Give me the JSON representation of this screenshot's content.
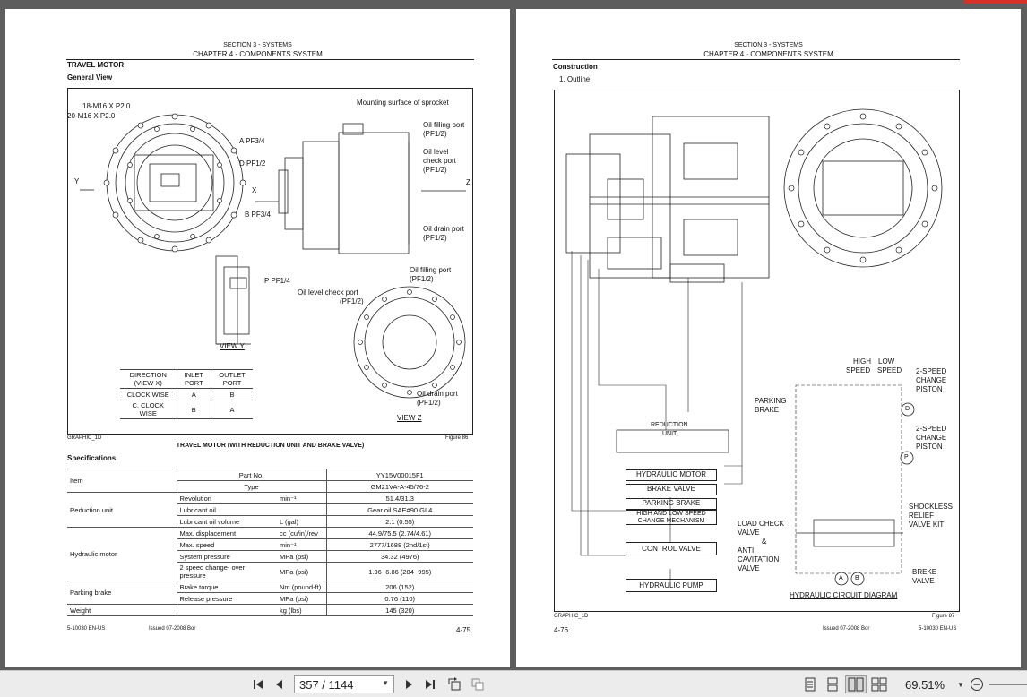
{
  "left_page": {
    "section": "SECTION 3 - SYSTEMS",
    "chapter": "CHAPTER 4 - COMPONENTS SYSTEM",
    "title": "TRAVEL MOTOR",
    "subtitle": "General View",
    "labels": {
      "bolt1": "18-M16 X P2.0",
      "bolt2": "20-M16 X P2.0",
      "mount": "Mounting surface of sprocket",
      "oil_fill_1": "Oil filling port",
      "oil_fill_1b": "(PF1/2)",
      "oil_level_1": "Oil level",
      "oil_level_1b": "check port",
      "oil_level_1c": "(PF1/2)",
      "oil_drain_1": "Oil drain port",
      "oil_drain_1b": "(PF1/2)",
      "port_a": "A PF3/4",
      "port_d": "D PF1/2",
      "port_b": "B PF3/4",
      "port_p": "P PF1/4",
      "y_label": "Y",
      "x_label": "X",
      "z_label": "Z",
      "oil_fill_2": "Oil filling port",
      "oil_fill_2b": "(PF1/2)",
      "oil_level_2": "Oil level check port",
      "oil_level_2b": "(PF1/2)",
      "oil_drain_2": "Oil drain port",
      "oil_drain_2b": "(PF1/2)",
      "view_y": "VIEW Y",
      "view_z": "VIEW Z",
      "graphic_id": "GRAPHIC_1D",
      "figure": "Figure 86",
      "caption": "TRAVEL MOTOR (WITH REDUCTION UNIT AND BRAKE VALVE)"
    },
    "direction_table": {
      "header": [
        "DIRECTION (VIEW X)",
        "INLET PORT",
        "OUTLET PORT"
      ],
      "rows": [
        [
          "CLOCK WISE",
          "A",
          "B"
        ],
        [
          "C. CLOCK WISE",
          "B",
          "A"
        ]
      ]
    },
    "spec_title": "Specifications",
    "spec": {
      "item": "Item",
      "part_no_label": "Part No.",
      "part_no": "YY15V00015F1",
      "type_label": "Type",
      "type": "GM21VA-A-45/76-2",
      "reduction_unit": "Reduction unit",
      "revolution": "Revolution",
      "revolution_unit": "min⁻¹",
      "revolution_val": "51.4/31.3",
      "lube": "Lubricant oil",
      "lube_val": "Gear oil SAE#90 GL4",
      "lube_vol": "Lubricant oil volume",
      "lube_vol_unit": "L (gal)",
      "lube_vol_val": "2.1 (0.55)",
      "hyd_motor": "Hydraulic motor",
      "disp": "Max. displacement",
      "disp_unit": "cc (cu/in)/rev",
      "disp_val": "44.9/75.5 (2.74/4.61)",
      "speed": "Max. speed",
      "speed_unit": "min⁻¹",
      "speed_val": "2777/1688 (2nd/1st)",
      "sys_pressure": "System pressure",
      "sys_pressure_unit": "MPa (psi)",
      "sys_pressure_val": "34.32 (4976)",
      "two_speed": "2 speed change- over",
      "two_speed_b": "pressure",
      "two_speed_unit": "MPa (psi)",
      "two_speed_val": "1.96~6.86 (284~995)",
      "parking": "Parking brake",
      "brake_torque": "Brake torque",
      "brake_torque_unit": "Nm (pound-ft)",
      "brake_torque_val": "206 (152)",
      "release": "Release pressure",
      "release_unit": "MPa (psi)",
      "release_val": "0.76 (110)",
      "weight": "Weight",
      "weight_unit": "kg (lbs)",
      "weight_val": "145 (320)"
    },
    "footer_left": "5-10030 EN-US",
    "footer_mid": "Issued 07-2008   Bor",
    "footer_right": "4-75"
  },
  "right_page": {
    "section": "SECTION 3 - SYSTEMS",
    "chapter": "CHAPTER 4 - COMPONENTS SYSTEM",
    "title": "Construction",
    "subtitle": "1. Outline",
    "labels": {
      "high": "HIGH",
      "low": "LOW",
      "speed1": "SPEED",
      "speed2": "SPEED",
      "two_speed_1": "2-SPEED",
      "change_1": "CHANGE",
      "piston_1": "PISTON",
      "circle_d": "D",
      "parking": "PARKING",
      "brake": "BRAKE",
      "two_speed_2": "2-SPEED",
      "change_2": "CHANGE",
      "piston_2": "PISTON",
      "circle_p": "P",
      "reduction": "REDUCTION",
      "unit": "UNIT",
      "hyd_motor": "HYDRAULIC MOTOR",
      "brake_valve": "BRAKE VALVE",
      "parking_brake": "PARKING BRAKE",
      "hilo_1": "HIGH AND LOW SPEED",
      "hilo_2": "CHANGE MECHANISM",
      "control_valve": "CONTROL VALVE",
      "hyd_pump": "HYDRAULIC PUMP",
      "shockless": "SHOCKLESS",
      "relief": "RELIEF",
      "valve_kit": "VALVE KIT",
      "load_check": "LOAD CHECK",
      "valve": "VALVE",
      "amp": "&",
      "anti": "ANTI",
      "cavitation": "CAVITATION",
      "valve2": "VALVE",
      "circle_a": "A",
      "circle_b": "B",
      "breke": "BREKE",
      "valve3": "VALVE",
      "circuit": "HYDRAULIC CIRCUIT DIAGRAM",
      "graphic_id": "GRAPHIC_1D",
      "figure": "Figure 87"
    },
    "footer_left": "4-76",
    "footer_mid": "Issued 07-2008   Bor",
    "footer_right": "5-10030 EN-US"
  },
  "toolbar": {
    "page_value": "357 / 1144",
    "zoom": "69.51%",
    "icons": [
      "first-page-icon",
      "prev-page-icon",
      "next-page-icon",
      "last-page-icon",
      "rotate-icon",
      "copy-icon",
      "single-page-icon",
      "continuous-icon",
      "two-page-icon",
      "two-page-continuous-icon",
      "zoom-out-icon"
    ]
  }
}
